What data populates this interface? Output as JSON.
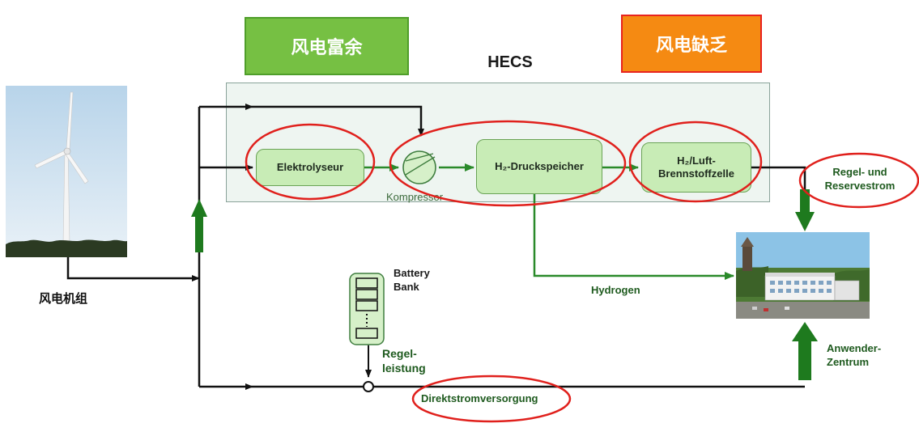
{
  "banners": {
    "surplus": "风电富余",
    "shortage": "风电缺乏"
  },
  "system_title": "HECS",
  "components": {
    "electrolyzer": "Elektrolyseur",
    "compressor": "Kompressor",
    "storage": "H₂-Druckspeicher",
    "fuel_cell_line1": "H₂/Luft-",
    "fuel_cell_line2": "Brennstoffzelle"
  },
  "labels": {
    "wind_turbine": "风电机组",
    "battery_line1": "Battery",
    "battery_line2": "Bank",
    "control_line1": "Regel-",
    "control_line2": "leistung",
    "hydrogen": "Hydrogen",
    "reserve_line1": "Regel- und",
    "reserve_line2": "Reservestrom",
    "user_line1": "Anwender-",
    "user_line2": "Zentrum",
    "direct": "Direktstromversorgung"
  },
  "colors": {
    "surplus": "#76c043",
    "shortage": "#f58a12",
    "flow_green": "#2a8a2a",
    "highlight": "#e0201c"
  }
}
